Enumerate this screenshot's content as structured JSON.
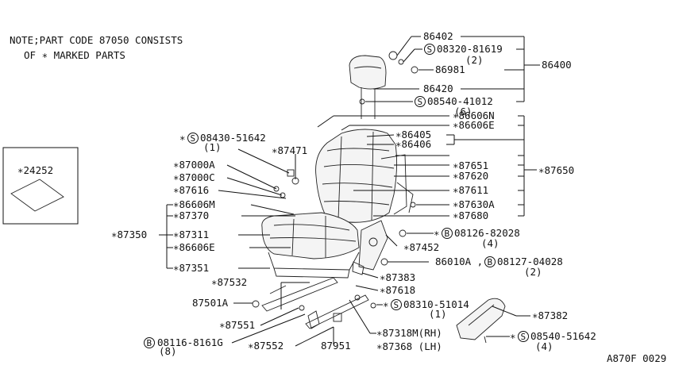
{
  "note": {
    "line1": "NOTE;PART CODE 87050 CONSISTS",
    "line2": "OF ∗ MARKED PARTS"
  },
  "inset": {
    "label": "∗24252"
  },
  "labels": {
    "p86402": "86402",
    "p08320_81619": "08320-81619",
    "p08320_qty": "(2)",
    "p86981": "86981",
    "p86400": "86400",
    "p86420": "86420",
    "p08540_41012": "08540-41012",
    "p08540_qty": "(6)",
    "p86606N": "∗86606N",
    "p86606E_top": "∗86606E",
    "p86405": "∗86405",
    "p86406": "∗86406",
    "p87651": "∗87651",
    "p87620": "∗87620",
    "p87650": "∗87650",
    "p87611": "∗87611",
    "p87630A": "∗87630A",
    "p87680": "∗87680",
    "p08430_prefix": "∗",
    "p08430_51642": "08430-51642",
    "p08430_qty": "(1)",
    "p87471": "∗87471",
    "p87000A": "∗87000A",
    "p87000C": "∗87000C",
    "p87616": "∗87616",
    "p86606M": "∗86606M",
    "p87370": "∗87370",
    "p87350": "∗87350",
    "p87311": "∗87311",
    "p86606E": "∗86606E",
    "p87351": "∗87351",
    "p08126_prefix": "∗",
    "p08126_82028": "08126-82028",
    "p08126_qty": "(4)",
    "p87452": "∗87452",
    "p86010A": "86010A ,",
    "p08127_04028": "08127-04028",
    "p08127_qty": "(2)",
    "p87383": "∗87383",
    "p87532": "∗87532",
    "p87618": "∗87618",
    "p87501A": "87501A",
    "p08310_prefix": "∗",
    "p08310_51014": "08310-51014",
    "p08310_qty": "(1)",
    "p87382": "∗87382",
    "p87551": "∗87551",
    "p87318M": "∗87318M(RH)",
    "p87368": "∗87368 (LH)",
    "p08116_8161G": "08116-8161G",
    "p08116_qty": "(8)",
    "p87552": "∗87552",
    "p87951": "87951",
    "p08540_51642_prefix": "∗",
    "p08540_51642": "08540-51642",
    "p08540_51642_qty": "(4)",
    "diagram_code": "A870F 0029"
  },
  "symbols": {
    "s": "S",
    "b": "B"
  }
}
